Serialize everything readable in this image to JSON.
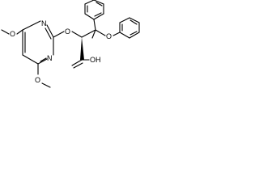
{
  "molecule": {
    "atoms": {
      "methoxy_top_o": "O",
      "pyrimidine_n_top": "N",
      "pyrimidine_n_bottom": "N",
      "ether_o_link": "O",
      "ether_o_phenoxy": "O",
      "methoxy_bottom_o": "O",
      "carboxylic_acid": "OH"
    },
    "colors": {
      "bond": "#000000",
      "label": "#000000",
      "background": "#ffffff"
    }
  }
}
